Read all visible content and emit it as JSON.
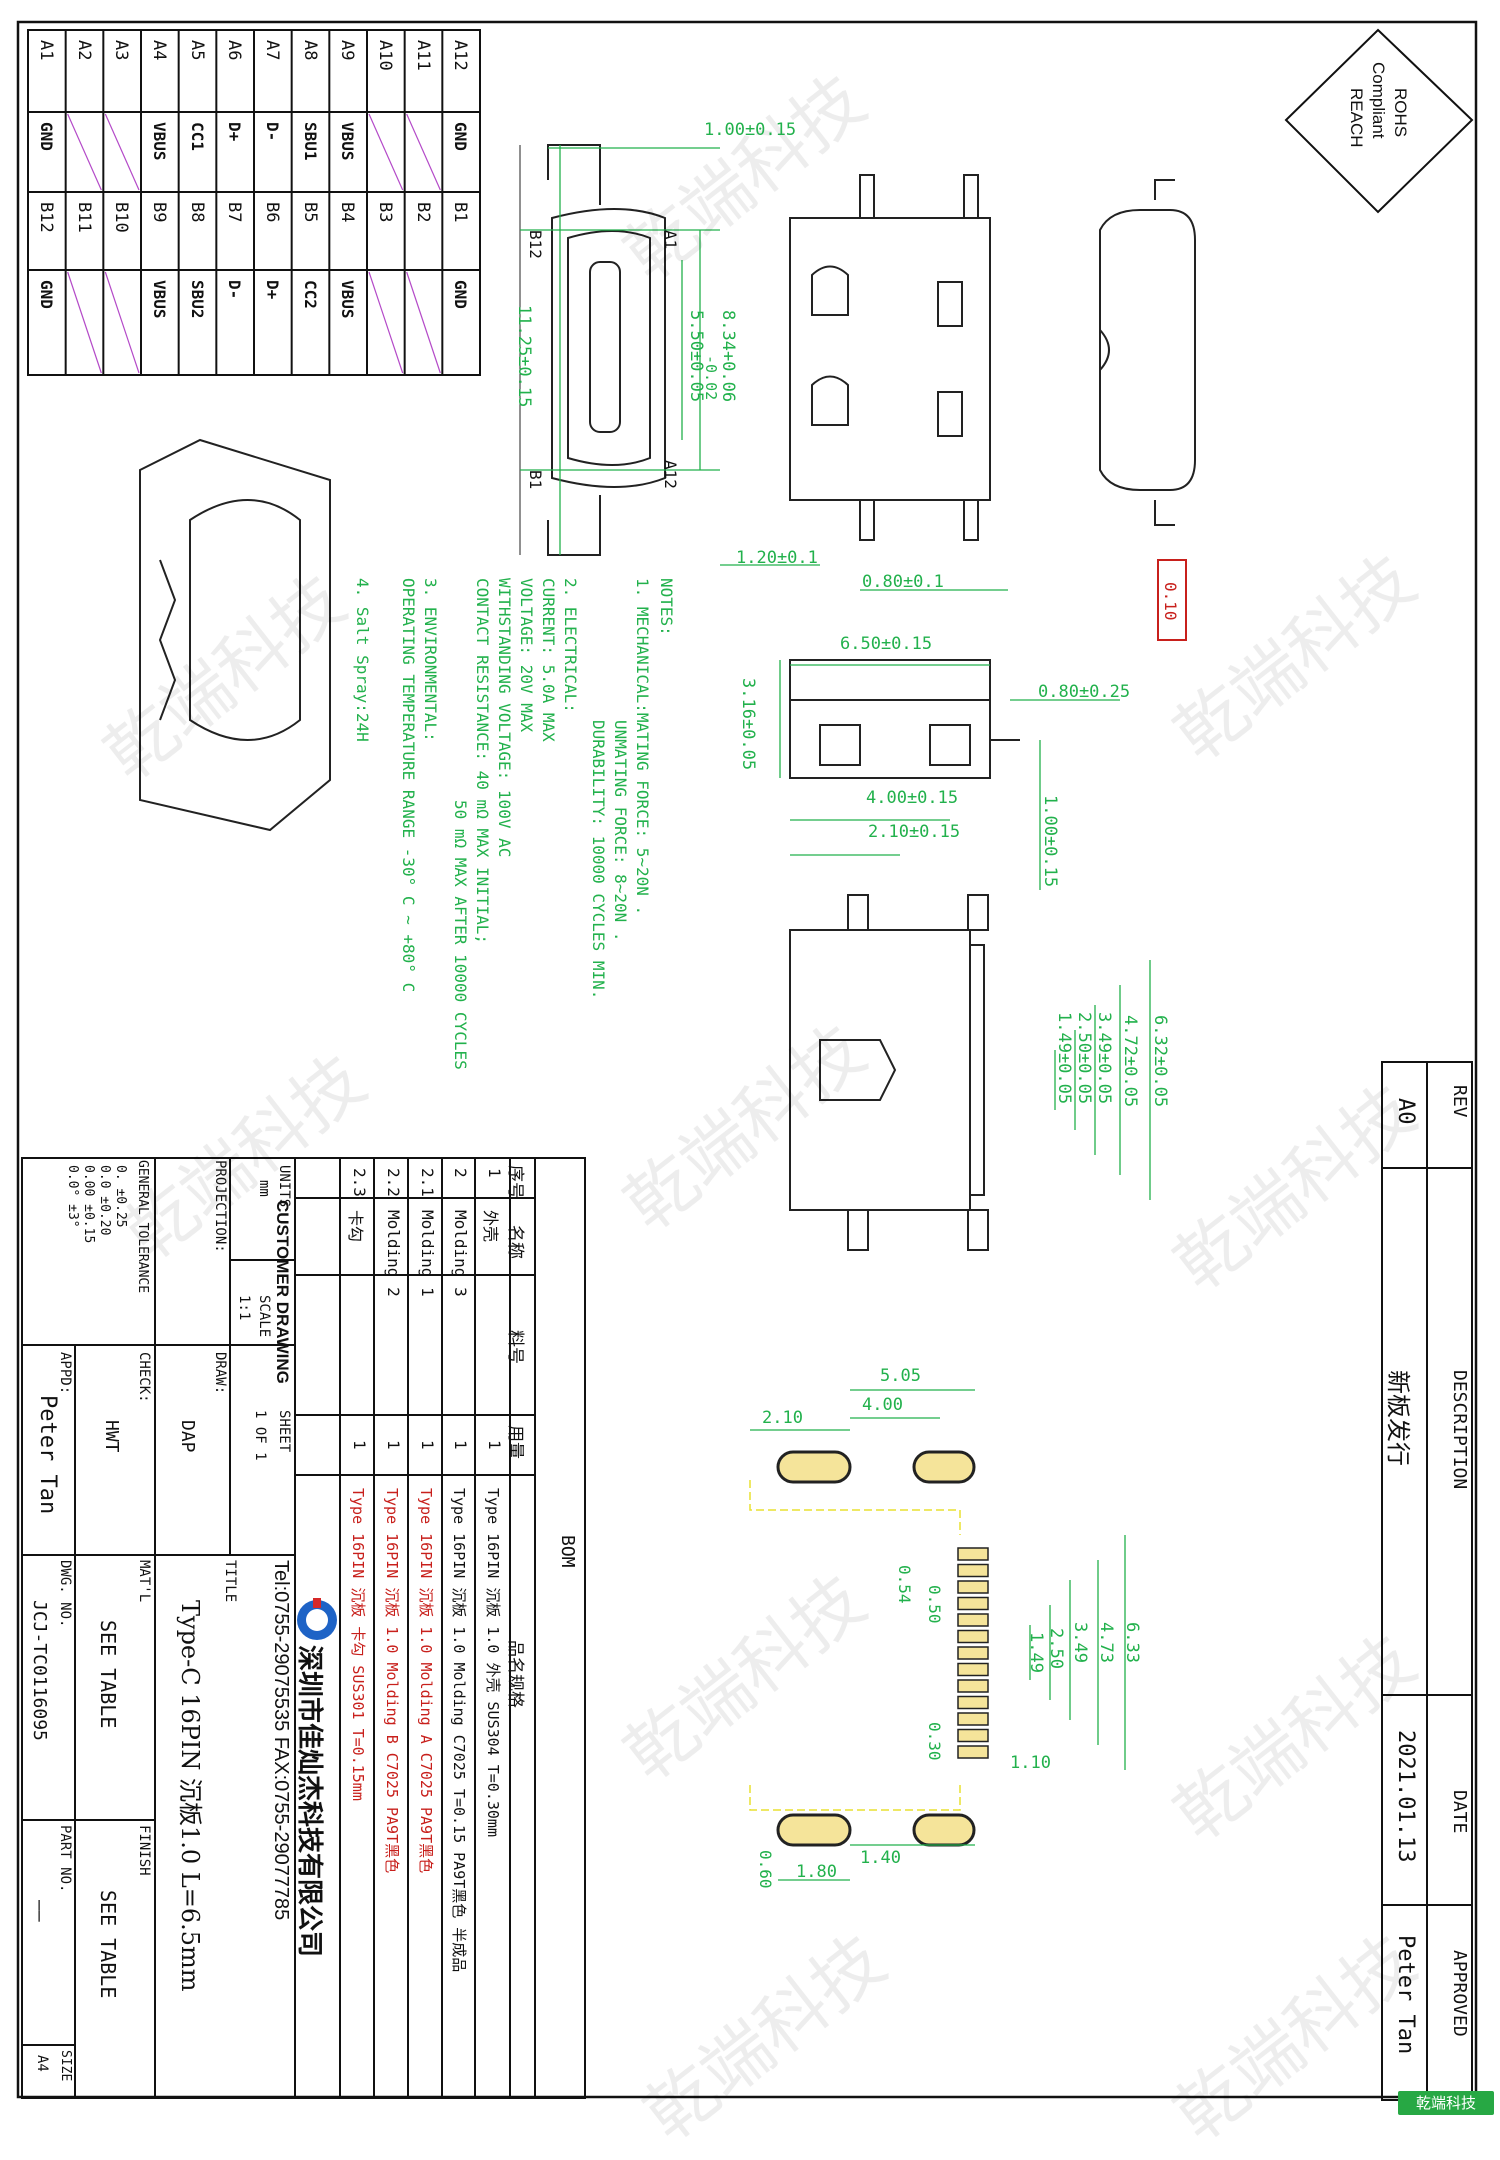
{
  "compliance": {
    "line1": "ROHS",
    "line2": "Compliant",
    "line3": "REACH"
  },
  "pin_table": {
    "rows": [
      {
        "a": "A1",
        "a_sig": "GND",
        "b": "B12",
        "b_sig": "GND"
      },
      {
        "a": "A2",
        "a_sig": "",
        "b": "B11",
        "b_sig": ""
      },
      {
        "a": "A3",
        "a_sig": "",
        "b": "B10",
        "b_sig": ""
      },
      {
        "a": "A4",
        "a_sig": "VBUS",
        "b": "B9",
        "b_sig": "VBUS"
      },
      {
        "a": "A5",
        "a_sig": "CC1",
        "b": "B8",
        "b_sig": "SBU2"
      },
      {
        "a": "A6",
        "a_sig": "D+",
        "b": "B7",
        "b_sig": "D-"
      },
      {
        "a": "A7",
        "a_sig": "D-",
        "b": "B6",
        "b_sig": "D+"
      },
      {
        "a": "A8",
        "a_sig": "SBU1",
        "b": "B5",
        "b_sig": "CC2"
      },
      {
        "a": "A9",
        "a_sig": "VBUS",
        "b": "B4",
        "b_sig": "VBUS"
      },
      {
        "a": "A10",
        "a_sig": "",
        "b": "B3",
        "b_sig": ""
      },
      {
        "a": "A11",
        "a_sig": "",
        "b": "B2",
        "b_sig": ""
      },
      {
        "a": "A12",
        "a_sig": "GND",
        "b": "B1",
        "b_sig": "GND"
      }
    ]
  },
  "dimensions": {
    "d1": "1.00±0.15",
    "d2": "8.34+0.06",
    "d2b": "-0.02",
    "d3": "5.50±0.05",
    "d4": "11.25±0.15",
    "d5": "1.20±0.1",
    "d6": "0.80±0.1",
    "d7": "0.10",
    "d8": "6.50±0.15",
    "d9": "0.80±0.25",
    "d10": "3.16±0.05",
    "d11": "4.00±0.15",
    "d12": "2.10±0.15",
    "d13": "1.00±0.15",
    "d14": "6.32±0.05",
    "d15": "4.72±0.05",
    "d16": "3.49±0.05",
    "d17": "2.50±0.05",
    "d18": "1.49±0.05",
    "lbl_a1": "A1",
    "lbl_b12": "B12",
    "lbl_b1": "B1",
    "lbl_a12": "A12"
  },
  "footprint": {
    "f1": "5.05",
    "f2": "4.00",
    "f3": "2.10",
    "f4": "0.50",
    "f5": "0.54",
    "f6": "6.33",
    "f7": "4.73",
    "f8": "3.49",
    "f9": "2.50",
    "f10": "1.49",
    "f11": "0.30",
    "f12": "1.10",
    "f13": "1.40",
    "f14": "1.80",
    "f15": "0.60"
  },
  "notes": {
    "title": "NOTES:",
    "l1": "1. MECHANICAL:MATING FORCE: 5~20N .",
    "l2": "UNMATING FORCE: 8~20N .",
    "l3": "DURABILITY: 10000 CYCLES MIN.",
    "l4": "2. ELECTRICAL:",
    "l5": "CURRENT: 5.0A MAX",
    "l6": "VOLTAGE: 20V MAX",
    "l7": "WITHSTANDING VOLTAGE: 100V AC",
    "l8": "CONTACT RESISTANCE: 40 mΩ MAX INITIAL;",
    "l9": "50 mΩ MAX AFTER 10000 CYCLES",
    "l10": "3. ENVIRONMENTAL:",
    "l11": "OPERATING TEMPERATURE RANGE -30° C ~ +80° C",
    "l12": "4. Salt Spray:24H"
  },
  "revision": {
    "rev_h": "REV",
    "rev": "A0",
    "desc_h": "DESCRIPTION",
    "desc": "新板发行",
    "date_h": "DATE",
    "date": "2021.01.13",
    "appr_h": "APPROVED",
    "appr": "Peter Tan"
  },
  "bom": {
    "title": "BOM",
    "h_no": "序号",
    "h_name": "名称",
    "h_pn": "料号",
    "h_qty": "用量",
    "h_spec": "品名规格",
    "rows": [
      {
        "no": "1",
        "name": "外壳",
        "pn": "",
        "qty": "1",
        "spec": "Type 16PIN 沉板 1.0 外壳 SUS304 T=0.30mm",
        "red": false
      },
      {
        "no": "2",
        "name": "Molding 3",
        "pn": "",
        "qty": "1",
        "spec": "Type 16PIN 沉板 1.0 Molding C7025 T=0.15 PA9T黑色 半成品",
        "red": false
      },
      {
        "no": "2.1",
        "name": "Molding 1",
        "pn": "",
        "qty": "1",
        "spec": "Type 16PIN 沉板 1.0 Molding A C7025 PA9T黑色",
        "red": true
      },
      {
        "no": "2.2",
        "name": "Molding 2",
        "pn": "",
        "qty": "1",
        "spec": "Type 16PIN 沉板 1.0 Molding B C7025 PA9T黑色",
        "red": true
      },
      {
        "no": "2.3",
        "name": "卡勾",
        "pn": "",
        "qty": "1",
        "spec": "Type 16PIN 沉板 卡勾 SUS301 T=0.15mm",
        "red": true
      }
    ]
  },
  "title_block": {
    "customer_drawing": "CUSTOMER DRAWING",
    "units_h": "UNITS",
    "units": "mm",
    "scale_h": "SCALE",
    "scale": "1:1",
    "sheet_h": "SHEET",
    "sheet": "1 OF 1",
    "projection_h": "PROJECTION:",
    "tol_h": "GENERAL TOLERANCE",
    "tol1": "0.    ±0.25",
    "tol2": "0.0   ±0.20",
    "tol3": "0.00  ±0.15",
    "tol4": "0.0°  ±3°",
    "draw_h": "DRAW:",
    "draw": "DAP",
    "check_h": "CHECK:",
    "check": "HWT",
    "appd_h": "APPD:",
    "appd": "Peter Tan",
    "company": "深圳市佳灿杰科技有限公司",
    "contact": "Tel:0755-29075535  FAX:0755-29077785",
    "title_h": "TITLE",
    "title": "Type-C 16PIN 沉板1.0 L=6.5mm",
    "matl_h": "MAT'L",
    "matl": "SEE TABLE",
    "finish_h": "FINISH",
    "finish": "SEE TABLE",
    "dwg_h": "DWG. NO.",
    "dwg": "JCJ-TC0116095",
    "part_h": "PART NO.",
    "part": "——",
    "size_h": "SIZE",
    "size": "A4"
  },
  "watermark": "乾端科技",
  "brand": "乾端科技"
}
